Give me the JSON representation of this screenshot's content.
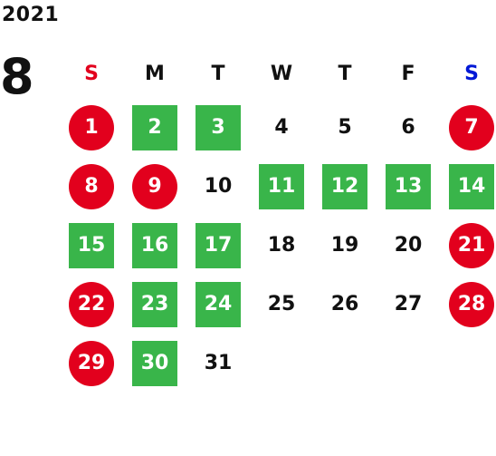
{
  "year": "2021",
  "month": "8",
  "colors": {
    "sunday": "#e2001d",
    "saturday": "#0018d6",
    "holiday_circle": "#e2001d",
    "green_box": "#39b54a"
  },
  "weekdays": [
    "S",
    "M",
    "T",
    "W",
    "T",
    "F",
    "S"
  ],
  "first_weekday_index": 0,
  "days": [
    {
      "n": "1",
      "style": "holiday"
    },
    {
      "n": "2",
      "style": "business"
    },
    {
      "n": "3",
      "style": "business"
    },
    {
      "n": "4",
      "style": "plain"
    },
    {
      "n": "5",
      "style": "plain"
    },
    {
      "n": "6",
      "style": "plain"
    },
    {
      "n": "7",
      "style": "holiday"
    },
    {
      "n": "8",
      "style": "holiday"
    },
    {
      "n": "9",
      "style": "holiday"
    },
    {
      "n": "10",
      "style": "plain"
    },
    {
      "n": "11",
      "style": "business"
    },
    {
      "n": "12",
      "style": "business"
    },
    {
      "n": "13",
      "style": "business"
    },
    {
      "n": "14",
      "style": "business"
    },
    {
      "n": "15",
      "style": "business"
    },
    {
      "n": "16",
      "style": "business"
    },
    {
      "n": "17",
      "style": "business"
    },
    {
      "n": "18",
      "style": "plain"
    },
    {
      "n": "19",
      "style": "plain"
    },
    {
      "n": "20",
      "style": "plain"
    },
    {
      "n": "21",
      "style": "holiday"
    },
    {
      "n": "22",
      "style": "holiday"
    },
    {
      "n": "23",
      "style": "business"
    },
    {
      "n": "24",
      "style": "business"
    },
    {
      "n": "25",
      "style": "plain"
    },
    {
      "n": "26",
      "style": "plain"
    },
    {
      "n": "27",
      "style": "plain"
    },
    {
      "n": "28",
      "style": "holiday"
    },
    {
      "n": "29",
      "style": "holiday"
    },
    {
      "n": "30",
      "style": "business"
    },
    {
      "n": "31",
      "style": "plain"
    }
  ]
}
